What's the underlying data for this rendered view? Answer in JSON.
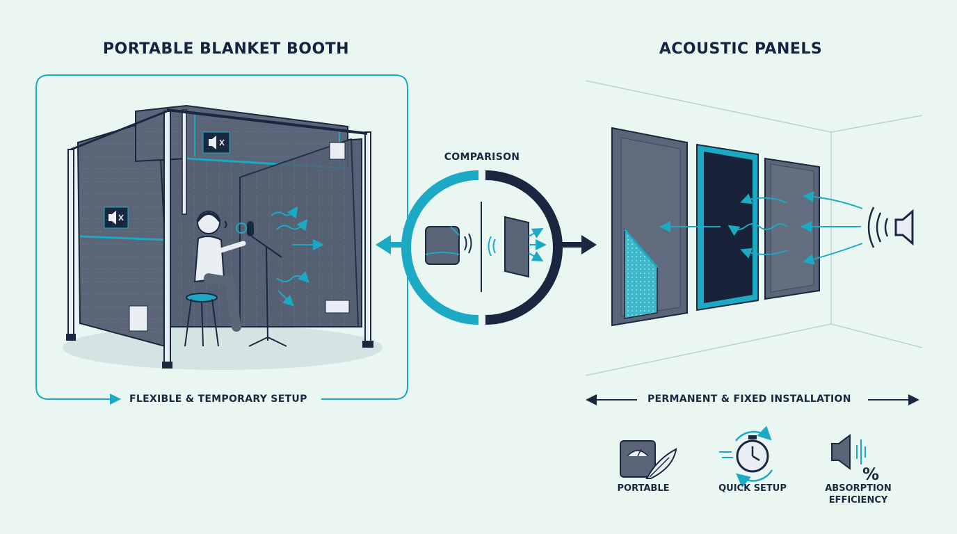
{
  "left_section": {
    "title": "PORTABLE BLANKET BOOTH",
    "caption": "FLEXIBLE & TEMPORARY SETUP"
  },
  "center": {
    "label": "COMPARISON"
  },
  "right_section": {
    "title": "ACOUSTIC PANELS",
    "caption": "PERMANENT & FIXED INSTALLATION"
  },
  "features": [
    {
      "label": "PORTABLE",
      "icon": "scale-feather-icon"
    },
    {
      "label": "QUICK SETUP",
      "icon": "stopwatch-icon"
    },
    {
      "label_line1": "ABSORPTION",
      "label_line2": "EFFICIENCY",
      "icon": "speaker-percent-icon"
    }
  ],
  "colors": {
    "background": "#eaf6f2",
    "accent": "#1ba9c4",
    "navy": "#1a2740",
    "blanket": "#5a6577"
  }
}
